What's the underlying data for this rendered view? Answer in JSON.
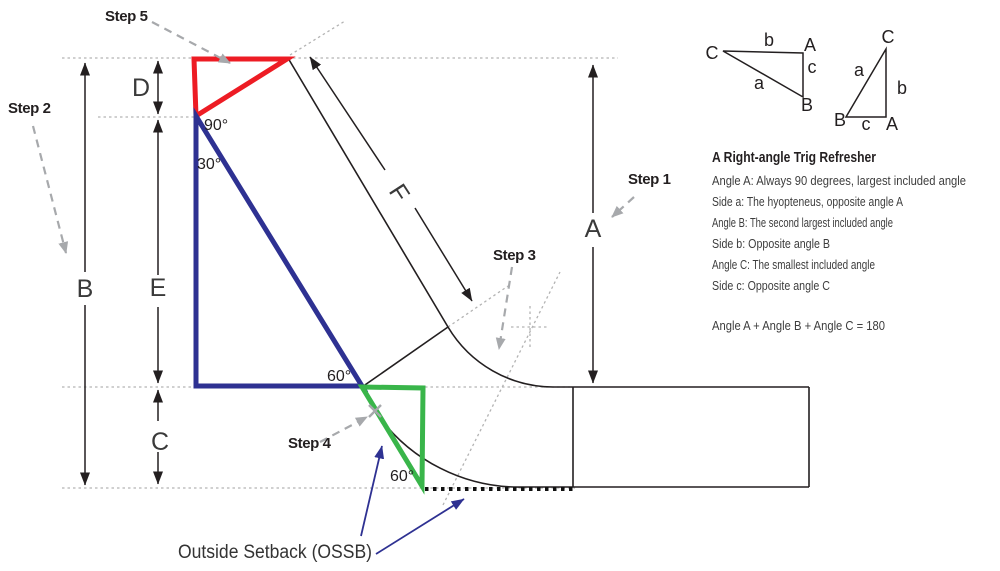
{
  "steps": {
    "step1": "Step 1",
    "step2": "Step 2",
    "step3": "Step 3",
    "step4": "Step 4",
    "step5": "Step 5"
  },
  "dimensions": {
    "a": "A",
    "b": "B",
    "c": "C",
    "d": "D",
    "e": "E",
    "f": "F"
  },
  "angles": {
    "vertex_90": "90°",
    "vertex_30": "30°",
    "blue_60": "60°",
    "green_60": "60°"
  },
  "ossb": {
    "label": "Outside Setback (OSSB)"
  },
  "reference_triangles": {
    "left": {
      "vertex_c": "C",
      "side_b": "b",
      "vertex_a": "A",
      "side_c": "c",
      "vertex_b": "B",
      "side_a": "a"
    },
    "right": {
      "vertex_c": "C",
      "side_a": "a",
      "side_b": "b",
      "vertex_b": "B",
      "side_c": "c",
      "vertex_a": "A"
    }
  },
  "refresher": {
    "title": "A Right-angle Trig Refresher",
    "lines": [
      "Angle A: Always 90 degrees, largest included angle",
      "Side a: The hyopteneus, opposite angle A",
      "Angle B: The second largest included angle",
      "Side b: Opposite angle B",
      "Angle C: The smallest included angle",
      "Side c: Opposite angle C"
    ],
    "formula": "Angle A + Angle B + Angle C = 180"
  },
  "colors": {
    "red_triangle": "#ED1C24",
    "blue_triangle": "#2E3192",
    "green_triangle": "#39B54A",
    "step_arrow_gray": "#A7A9AC",
    "construction_gray": "#B3B3B3",
    "ink": "#231F20",
    "ossb_arrow_navy": "#2E3192"
  }
}
